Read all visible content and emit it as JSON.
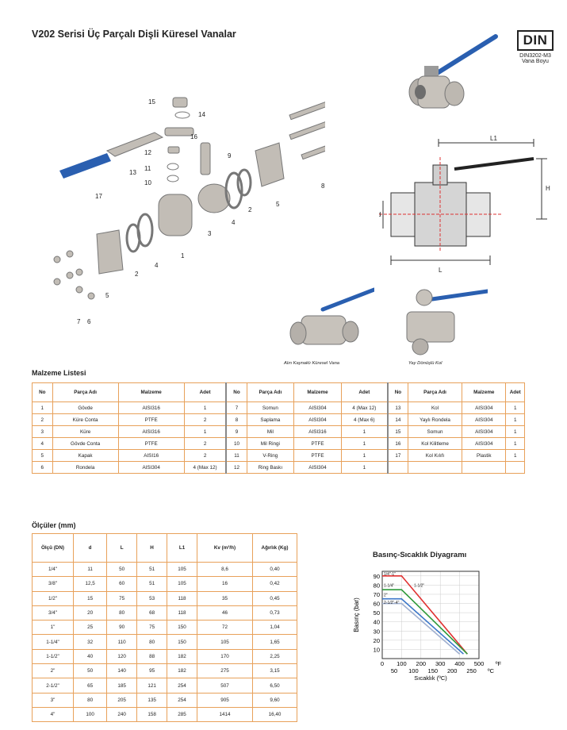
{
  "page": {
    "title": "V202 Serisi Üç Parçalı Dişli Küresel Vanalar",
    "standard": "DIN",
    "standard_code": "DIN3202-M3",
    "standard_desc": "Vana Boyu"
  },
  "exploded_labels": [
    "15",
    "14",
    "16",
    "9",
    "12",
    "11",
    "10",
    "13",
    "17",
    "8",
    "5",
    "2",
    "4",
    "3",
    "1",
    "2",
    "4",
    "5",
    "7",
    "6"
  ],
  "dimension_labels": {
    "l1": "L1",
    "h": "H",
    "d": "d",
    "l": "L"
  },
  "captions": {
    "welded": "Alın Kaynaklı Küresel Vana",
    "spring": "Yay Dönüşlü Kol"
  },
  "materials": {
    "title": "Malzeme Listesi",
    "headers": [
      "No",
      "Parça Adı",
      "Malzeme",
      "Adet"
    ],
    "rows": [
      [
        "1",
        "Gövde",
        "AISI316",
        "1",
        "7",
        "Somun",
        "AISI304",
        "4 (Max 12)",
        "13",
        "Kol",
        "AISI304",
        "1"
      ],
      [
        "2",
        "Küre Conta",
        "PTFE",
        "2",
        "8",
        "Saplama",
        "AISI304",
        "4 (Max 6)",
        "14",
        "Yaylı Rondela",
        "AISI304",
        "1"
      ],
      [
        "3",
        "Küre",
        "AISI316",
        "1",
        "9",
        "Mil",
        "AISI316",
        "1",
        "15",
        "Somun",
        "AISI304",
        "1"
      ],
      [
        "4",
        "Gövde Conta",
        "PTFE",
        "2",
        "10",
        "Mil Ringi",
        "PTFE",
        "1",
        "16",
        "Kol Kilitleme",
        "AISI304",
        "1"
      ],
      [
        "5",
        "Kapak",
        "AISI16",
        "2",
        "11",
        "V-Ring",
        "PTFE",
        "1",
        "17",
        "Kol Kılıfı",
        "Plastik",
        "1"
      ],
      [
        "6",
        "Rondela",
        "AISI304",
        "4 (Max 12)",
        "12",
        "Ring Baskı",
        "AISI304",
        "1",
        "",
        "",
        "",
        ""
      ]
    ]
  },
  "dimensions": {
    "title": "Ölçüler (mm)",
    "headers": [
      "Ölçü (DN)",
      "d",
      "L",
      "H",
      "L1",
      "Kv (m³/h)",
      "Ağırlık (Kg)"
    ],
    "rows": [
      [
        "1/4\"",
        "11",
        "50",
        "51",
        "105",
        "8,6",
        "0,40"
      ],
      [
        "3/8\"",
        "12,5",
        "60",
        "51",
        "105",
        "16",
        "0,42"
      ],
      [
        "1/2\"",
        "15",
        "75",
        "53",
        "118",
        "35",
        "0,45"
      ],
      [
        "3/4\"",
        "20",
        "80",
        "68",
        "118",
        "46",
        "0,73"
      ],
      [
        "1\"",
        "25",
        "90",
        "75",
        "150",
        "72",
        "1,04"
      ],
      [
        "1-1/4\"",
        "32",
        "110",
        "80",
        "150",
        "105",
        "1,65"
      ],
      [
        "1-1/2\"",
        "40",
        "120",
        "88",
        "182",
        "170",
        "2,25"
      ],
      [
        "2\"",
        "50",
        "140",
        "95",
        "182",
        "275",
        "3,15"
      ],
      [
        "2-1/2\"",
        "65",
        "185",
        "121",
        "254",
        "507",
        "6,50"
      ],
      [
        "3\"",
        "80",
        "205",
        "135",
        "254",
        "905",
        "9,60"
      ],
      [
        "4\"",
        "100",
        "240",
        "158",
        "285",
        "1414",
        "16,40"
      ]
    ]
  },
  "chart_data": {
    "type": "line",
    "title": "Basınç-Sıcaklık Diyagramı",
    "ylabel": "Basınç (bar)",
    "xlabel": "Sıcaklık (ºC)",
    "x_ticks_f": [
      "0",
      "100",
      "200",
      "300",
      "400",
      "500",
      "ºF"
    ],
    "x_ticks_c": [
      "50",
      "100",
      "150",
      "200",
      "250",
      "ºC"
    ],
    "y_ticks": [
      "10",
      "20",
      "30",
      "40",
      "50",
      "60",
      "70",
      "80",
      "90"
    ],
    "xlim_f": [
      0,
      500
    ],
    "ylim": [
      0,
      95
    ],
    "series": [
      {
        "name": "1/4\"-1\"",
        "color": "#e03030",
        "points": [
          [
            0,
            90
          ],
          [
            100,
            90
          ],
          [
            440,
            5
          ]
        ]
      },
      {
        "name": "1-1/4\"-1-1/2\"",
        "color": "#2e9a3a",
        "points": [
          [
            0,
            75
          ],
          [
            100,
            75
          ],
          [
            440,
            5
          ]
        ]
      },
      {
        "name": "2\"",
        "color": "#3b76c8",
        "points": [
          [
            0,
            65
          ],
          [
            100,
            65
          ],
          [
            420,
            5
          ]
        ]
      },
      {
        "name": "2-1/2\"-4\"",
        "color": "#a0b0d0",
        "points": [
          [
            0,
            60
          ],
          [
            100,
            60
          ],
          [
            400,
            5
          ]
        ]
      }
    ],
    "annotations": [
      "1/4\"-1\"",
      "1-1/4\"",
      "2\"",
      "2-1/2\"-4\"",
      "1-1/2\""
    ]
  }
}
